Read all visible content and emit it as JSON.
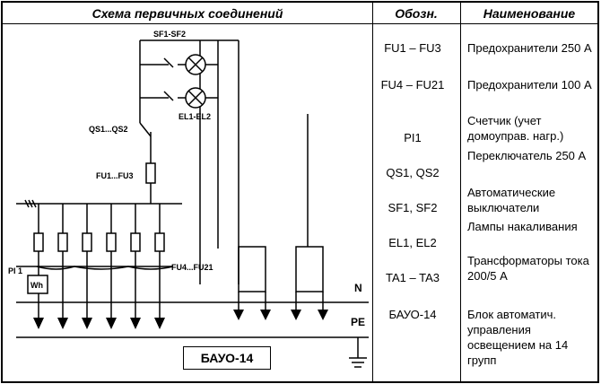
{
  "headers": {
    "scheme": "Схема первичных соединений",
    "designation": "Обозн.",
    "name": "Наименование"
  },
  "rows": [
    {
      "designation": "FU1 – FU3",
      "name": "Предохранители 250 А"
    },
    {
      "designation": "FU4 – FU21",
      "name": "Предохранители 100 А"
    },
    {
      "designation": "PI1",
      "name": "Счетчик (учет домоуправ. нагр.)"
    },
    {
      "designation": "QS1, QS2",
      "name": "Переключатель 250 А"
    },
    {
      "designation": "SF1, SF2",
      "name": "Автоматические выключатели"
    },
    {
      "designation": "EL1, EL2",
      "name": "Лампы накаливания"
    },
    {
      "designation": "TA1 – TA3",
      "name": "Трансформаторы тока 200/5 А"
    },
    {
      "designation": "БАУО-14",
      "name": "Блок автоматич. управления освещением на 14 групп"
    }
  ],
  "diagram_labels": {
    "sf": "SF1-SF2",
    "el": "EL1-EL2",
    "qs": "QS1...QS2",
    "fu13": "FU1...FU3",
    "fu421": "FU4...FU21",
    "pi": "PI 1",
    "wh": "Wh",
    "n": "N",
    "pe": "PE",
    "unit": "БАУО-14"
  }
}
